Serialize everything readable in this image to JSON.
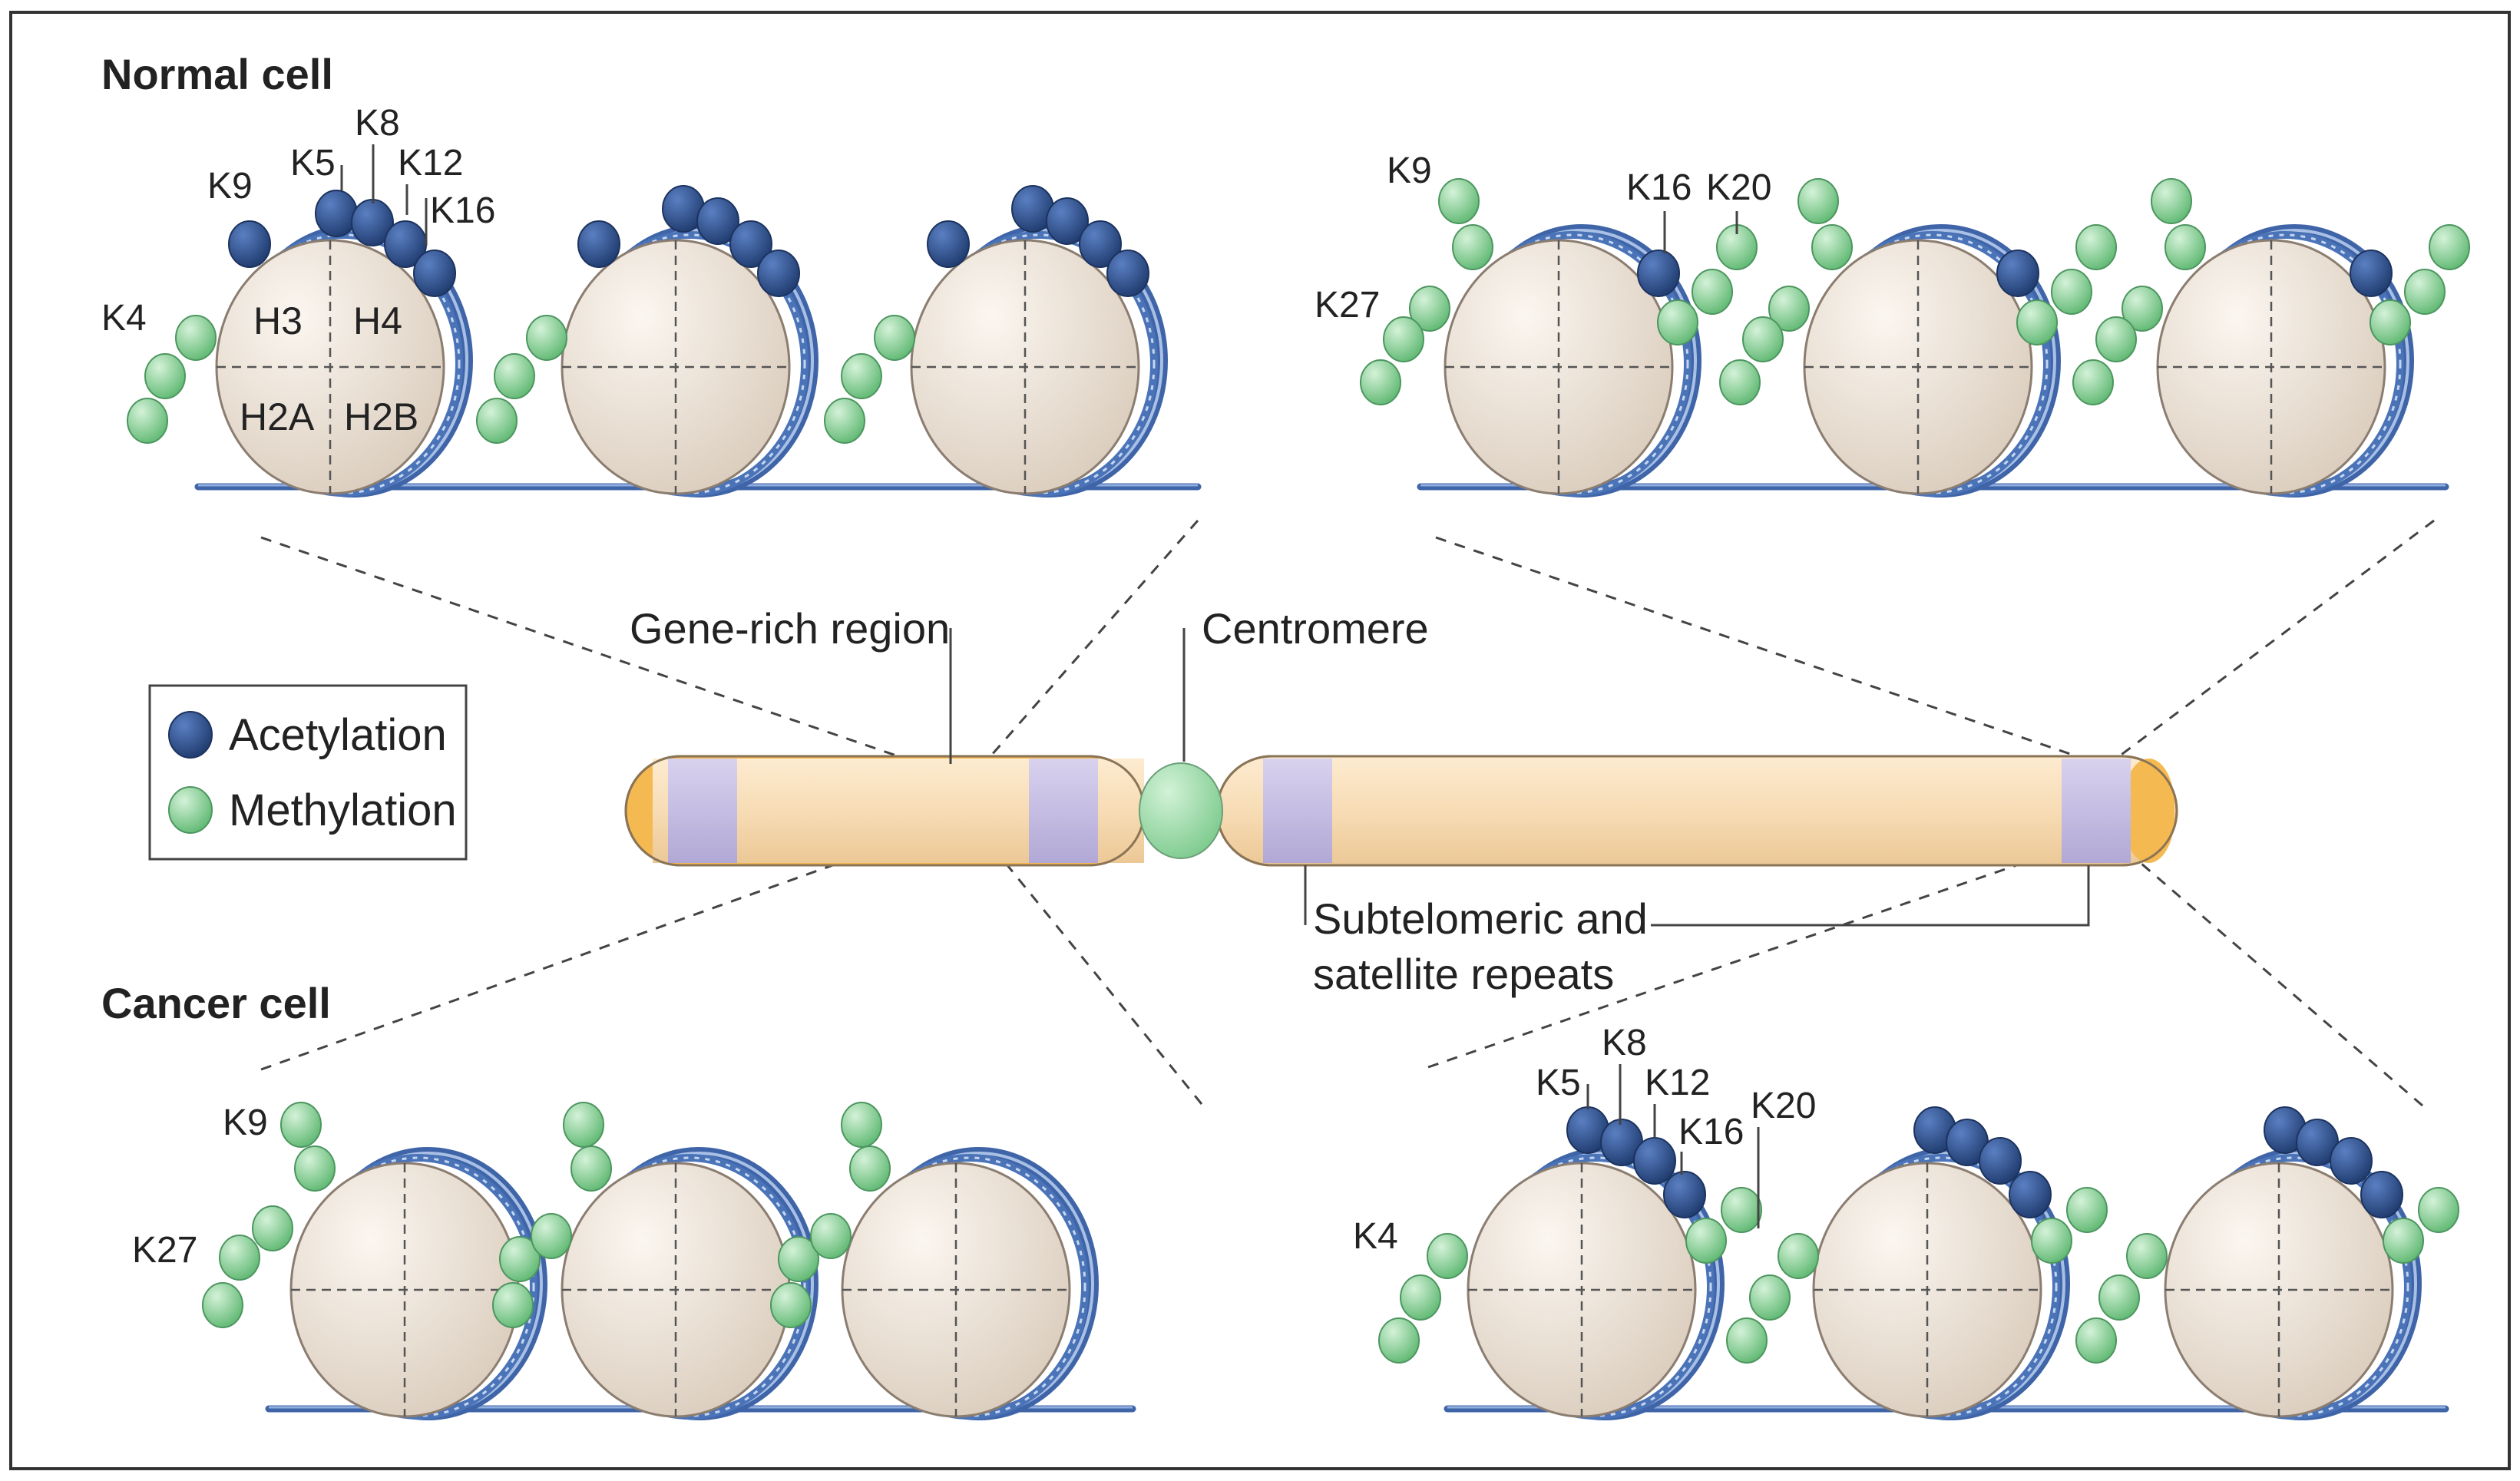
{
  "colors": {
    "acetylation": "#2c4f8c",
    "methylation": "#8dd29a",
    "nucleosome": "#ece2d6",
    "dna": "#4a73b8",
    "chromosome_body": "#f7dcb5",
    "chromosome_band": "#c3bbe0",
    "centromere": "#9fd9a6",
    "telomere_cap": "#f5b951"
  },
  "headings": {
    "normal": "Normal cell",
    "cancer": "Cancer cell"
  },
  "histones": {
    "h3": "H3",
    "h4": "H4",
    "h2a": "H2A",
    "h2b": "H2B"
  },
  "legend": {
    "acetylation": "Acetylation",
    "methylation": "Methylation"
  },
  "chromosome": {
    "gene_rich": "Gene-rich region",
    "centromere": "Centromere",
    "subtelomeric_line1": "Subtelomeric and",
    "subtelomeric_line2": "satellite repeats"
  },
  "normal_gene_rich": {
    "k9": "K9",
    "k5": "K5",
    "k8": "K8",
    "k12": "K12",
    "k16": "K16",
    "k4": "K4"
  },
  "normal_repeats": {
    "k9": "K9",
    "k16": "K16",
    "k20": "K20",
    "k27": "K27"
  },
  "cancer_gene_rich": {
    "k9": "K9",
    "k27": "K27"
  },
  "cancer_repeats": {
    "k5": "K5",
    "k8": "K8",
    "k12": "K12",
    "k16": "K16",
    "k20": "K20",
    "k4": "K4"
  }
}
